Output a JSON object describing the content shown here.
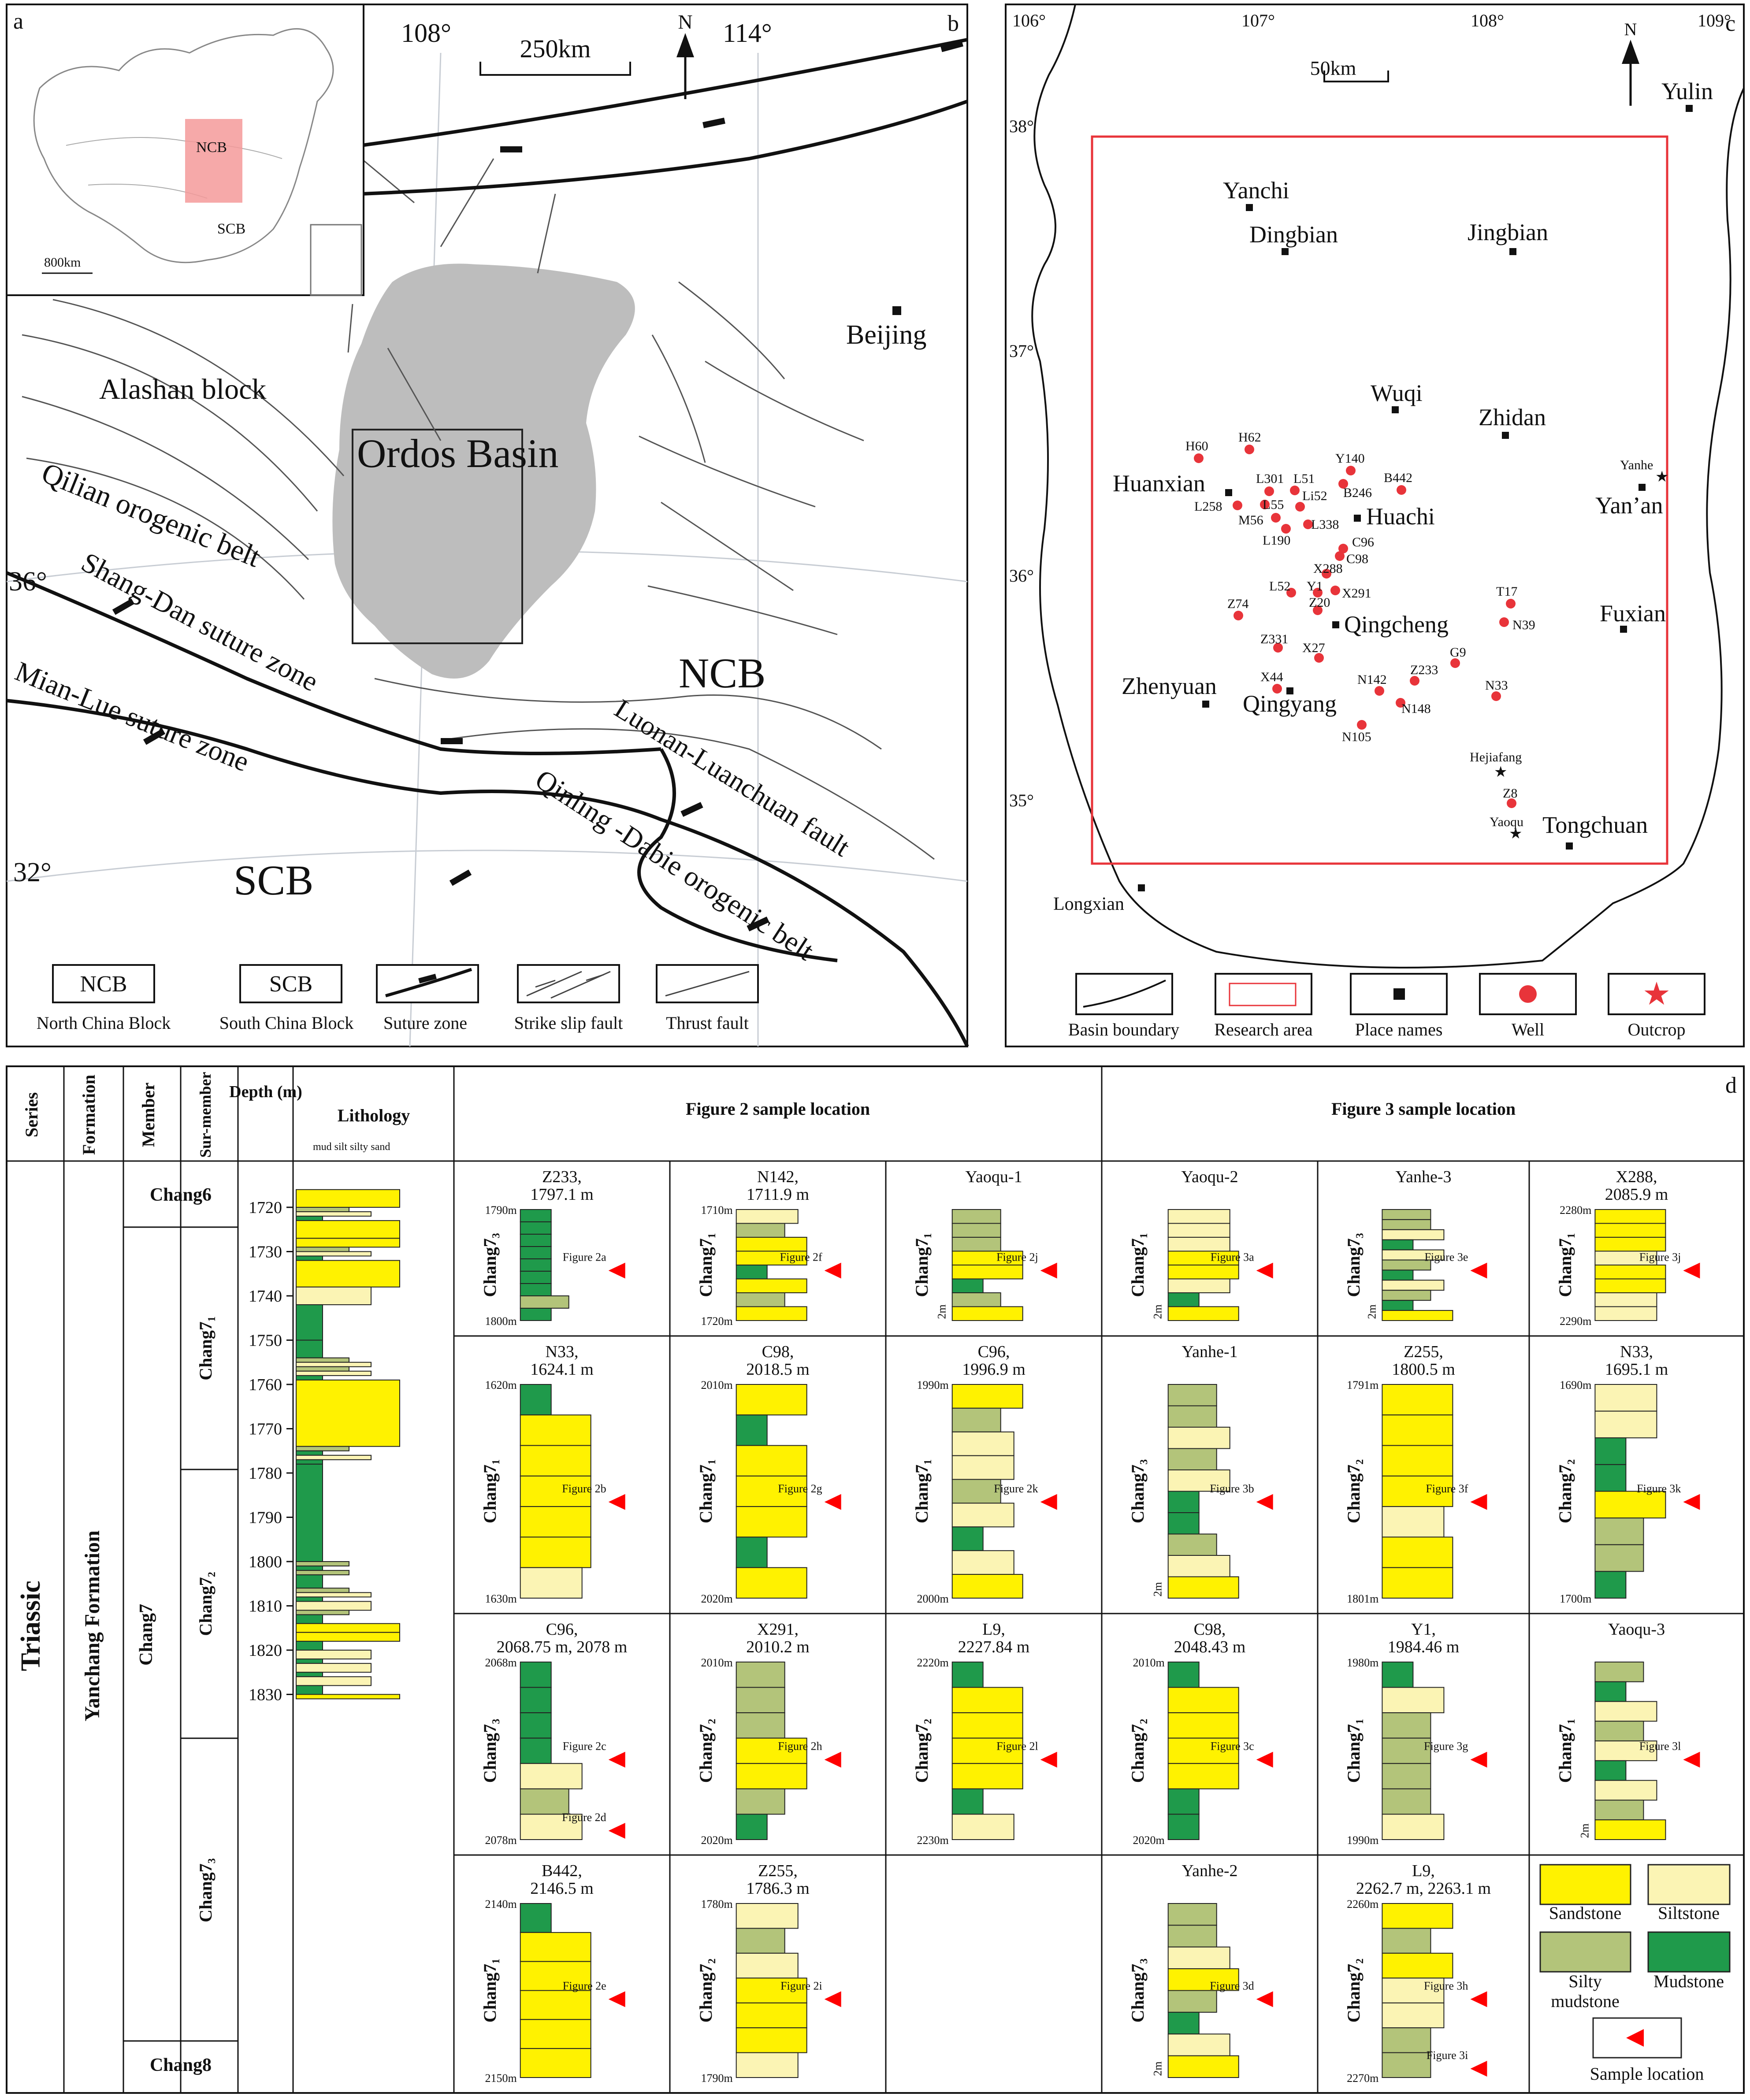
{
  "colors": {
    "sandstone": "#fff200",
    "siltstone": "#fbf4b4",
    "silty_mudstone": "#b3c47a",
    "mudstone": "#1f9a4b",
    "marker": "#ff0000",
    "basin": "#bdbdbd",
    "research_box": "#e8343a",
    "inset_ncb": "#f59a9a"
  },
  "panel_a": {
    "label": "a",
    "ncb": "NCB",
    "scb": "SCB",
    "scale": "800km"
  },
  "panel_b": {
    "label": "b",
    "lon1": "108°",
    "lon2": "114°",
    "lat1": "36°",
    "lat2": "32°",
    "scale": "250km",
    "north": "N",
    "beijing": "Beijing",
    "alashan": "Alashan block",
    "ordos": "Ordos Basin",
    "qilian": "Qilian orogenic belt",
    "shangdan": "Shang-Dan suture zone",
    "mianlue": "Mian-Lue suture zone",
    "ncb": "NCB",
    "scb": "SCB",
    "luonan": "Luonan-Luanchuan fault",
    "qinling": "Qinling -Dabie orogenic belt",
    "legend": [
      {
        "box": "NCB",
        "label": "North China Block"
      },
      {
        "box": "SCB",
        "label": "South China Block"
      },
      {
        "box": "",
        "label": "Suture zone",
        "icon": "suture-icon"
      },
      {
        "box": "",
        "label": "Strike slip fault",
        "icon": "strike-slip-icon"
      },
      {
        "box": "",
        "label": "Thrust fault",
        "icon": "thrust-fault-icon"
      }
    ]
  },
  "panel_c": {
    "label": "c",
    "lons": [
      "106°",
      "107°",
      "108°",
      "109°"
    ],
    "lats": [
      "38°",
      "37°",
      "36°",
      "35°"
    ],
    "scale": "50km",
    "north": "N",
    "places": [
      {
        "name": "Yulin",
        "size": "big"
      },
      {
        "name": "Yanchi",
        "size": "big"
      },
      {
        "name": "Dingbian",
        "size": "big"
      },
      {
        "name": "Jingbian",
        "size": "big"
      },
      {
        "name": "Wuqi",
        "size": "big"
      },
      {
        "name": "Zhidan",
        "size": "big"
      },
      {
        "name": "Huanxian",
        "size": "big"
      },
      {
        "name": "Huachi",
        "size": "big"
      },
      {
        "name": "Yan’an",
        "size": "big"
      },
      {
        "name": "Qingcheng",
        "size": "big"
      },
      {
        "name": "Fuxian",
        "size": "big"
      },
      {
        "name": "Zhenyuan",
        "size": "big"
      },
      {
        "name": "Qingyang",
        "size": "big"
      },
      {
        "name": "Tongchuan",
        "size": "big"
      },
      {
        "name": "Longxian",
        "size": "small"
      }
    ],
    "wells": [
      "H60",
      "H62",
      "Y140",
      "L301",
      "L51",
      "B442",
      "L258",
      "L55",
      "Li52",
      "B246",
      "M56",
      "L338",
      "L190",
      "C96",
      "C98",
      "X288",
      "L52",
      "Y1",
      "X291",
      "Z20",
      "Z74",
      "T17",
      "N39",
      "Z331",
      "X27",
      "G9",
      "Z233",
      "X44",
      "N142",
      "N33",
      "N148",
      "N105",
      "Z8"
    ],
    "outcrops": [
      "Yanhe",
      "Hejiafang",
      "Yaoqu"
    ],
    "legend": [
      "Basin boundary",
      "Research  area",
      "Place names",
      "Well",
      "Outcrop"
    ]
  },
  "panel_d": {
    "label": "d",
    "headers": {
      "series": "Series",
      "formation": "Formation",
      "member": "Member",
      "submember": "Sur-member",
      "depth": "Depth (m)",
      "lithology": "Lithology",
      "lith_scale": "mud silt  silty  sand",
      "fig2": "Figure 2 sample location",
      "fig3": "Figure 3 sample location"
    },
    "series": "Triassic",
    "formation": "Yanchang Formation",
    "members": [
      "Chang6",
      "Chang7",
      "Chang8"
    ],
    "submembers": [
      "Chang7₁",
      "Chang7₂",
      "Chang7₃"
    ],
    "depth_ticks": [
      "1720",
      "1730",
      "1740",
      "1750",
      "1760",
      "1770",
      "1780",
      "1790",
      "1800",
      "1810",
      "1820",
      "1830"
    ],
    "cells": [
      {
        "title": "Z233,",
        "subtitle": "1797.1 m",
        "top": "1790m",
        "bottom": "1800m",
        "unit": "Chang7₃",
        "fig": "Figure 2a"
      },
      {
        "title": "N142,",
        "subtitle": "1711.9 m",
        "top": "1710m",
        "bottom": "1720m",
        "unit": "Chang7₁",
        "fig": "Figure 2f"
      },
      {
        "title": "Yaoqu-1",
        "subtitle": "",
        "top": "",
        "bottom": "",
        "unit": "Chang7₁",
        "fig": "Figure 2j",
        "scale": "2m"
      },
      {
        "title": "Yaoqu-2",
        "subtitle": "",
        "top": "",
        "bottom": "",
        "unit": "Chang7₁",
        "fig": "Figure 3a",
        "scale": "2m"
      },
      {
        "title": "Yanhe-3",
        "subtitle": "",
        "top": "",
        "bottom": "",
        "unit": "Chang7₃",
        "fig": "Figure 3e",
        "scale": "2m"
      },
      {
        "title": "X288,",
        "subtitle": "2085.9 m",
        "top": "2280m",
        "bottom": "2290m",
        "unit": "Chang7₁",
        "fig": "Figure 3j"
      },
      {
        "title": "N33,",
        "subtitle": "1624.1 m",
        "top": "1620m",
        "bottom": "1630m",
        "unit": "Chang7₁",
        "fig": "Figure 2b"
      },
      {
        "title": "C98,",
        "subtitle": "2018.5 m",
        "top": "2010m",
        "bottom": "2020m",
        "unit": "Chang7₁",
        "fig": "Figure 2g"
      },
      {
        "title": "C96,",
        "subtitle": "1996.9 m",
        "top": "1990m",
        "bottom": "2000m",
        "unit": "Chang7₁",
        "fig": "Figure 2k"
      },
      {
        "title": "Yanhe-1",
        "subtitle": "",
        "top": "",
        "bottom": "",
        "unit": "Chang7₃",
        "fig": "Figure 3b",
        "scale": "2m"
      },
      {
        "title": "Z255,",
        "subtitle": "1800.5 m",
        "top": "1791m",
        "bottom": "1801m",
        "unit": "Chang7₂",
        "fig": "Figure 3f"
      },
      {
        "title": "N33,",
        "subtitle": "1695.1 m",
        "top": "1690m",
        "bottom": "1700m",
        "unit": "Chang7₂",
        "fig": "Figure 3k"
      },
      {
        "title": "C96,",
        "subtitle": "2068.75 m,  2078 m",
        "top": "2068m",
        "bottom": "2078m",
        "unit": "Chang7₃",
        "fig": "Figure 2c",
        "fig2": "Figure 2d"
      },
      {
        "title": "X291,",
        "subtitle": "2010.2 m",
        "top": "2010m",
        "bottom": "2020m",
        "unit": "Chang7₂",
        "fig": "Figure 2h"
      },
      {
        "title": "L9,",
        "subtitle": "2227.84 m",
        "top": "2220m",
        "bottom": "2230m",
        "unit": "Chang7₂",
        "fig": "Figure 2l"
      },
      {
        "title": "C98,",
        "subtitle": "2048.43 m",
        "top": "2010m",
        "bottom": "2020m",
        "unit": "Chang7₂",
        "fig": "Figure 3c"
      },
      {
        "title": "Y1,",
        "subtitle": "1984.46 m",
        "top": "1980m",
        "bottom": "1990m",
        "unit": "Chang7₁",
        "fig": "Figure 3g"
      },
      {
        "title": "Yaoqu-3",
        "subtitle": "",
        "top": "",
        "bottom": "",
        "unit": "Chang7₁",
        "fig": "Figure 3l",
        "scale": "2m"
      },
      {
        "title": "B442,",
        "subtitle": "2146.5 m",
        "top": "2140m",
        "bottom": "2150m",
        "unit": "Chang7₁",
        "fig": "Figure 2e"
      },
      {
        "title": "Z255,",
        "subtitle": "1786.3 m",
        "top": "1780m",
        "bottom": "1790m",
        "unit": "Chang7₂",
        "fig": "Figure 2i"
      },
      {
        "title": "Yanhe-2",
        "subtitle": "",
        "top": "",
        "bottom": "",
        "unit": "Chang7₃",
        "fig": "Figure 3d",
        "scale": "2m"
      },
      {
        "title": "L9,",
        "subtitle": "2262.7 m,  2263.1 m",
        "top": "2260m",
        "bottom": "2270m",
        "unit": "Chang7₂",
        "fig": "Figure 3h",
        "fig2": "Figure 3i"
      }
    ],
    "legend": {
      "sandstone": "Sandstone",
      "siltstone": "Siltstone",
      "silty_mudstone": "Silty mudstone",
      "silty": "Silty",
      "mudstone_word": "mudstone",
      "mudstone": "Mudstone",
      "sample": "Sample location"
    }
  }
}
